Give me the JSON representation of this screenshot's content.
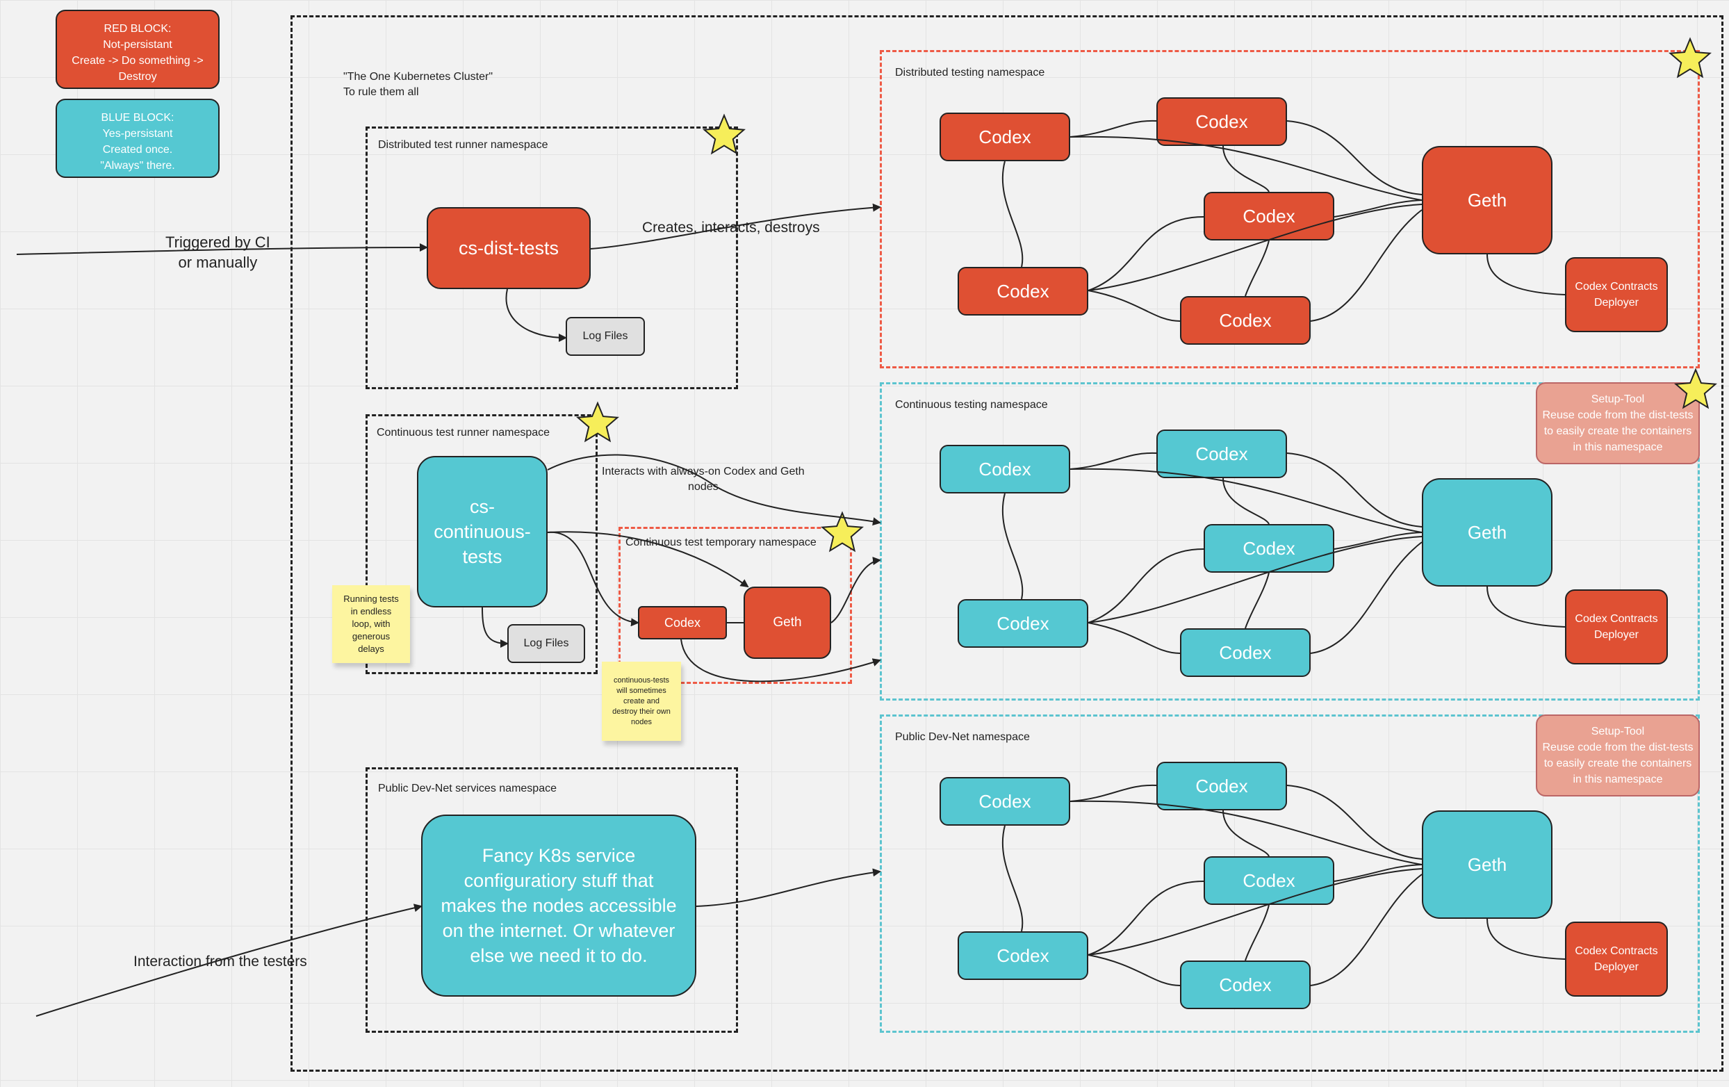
{
  "colors": {
    "red": "#df5033",
    "blue": "#55c8d2",
    "pink": "#e9a292",
    "sticky": "#fdf5a0"
  },
  "legend": {
    "red": "RED BLOCK:\nNot-persistant\nCreate -> Do something ->\nDestroy",
    "blue": "BLUE BLOCK:\nYes-persistant\nCreated once.\n\"Always\" there."
  },
  "cluster_title": "\"The One Kubernetes Cluster\"\nTo rule them all",
  "triggered_label": "Triggered by CI\nor manually",
  "testers_label": "Interaction from the testers",
  "dist_runner": {
    "title": "Distributed test runner namespace",
    "main": "cs-dist-tests",
    "log": "Log Files",
    "edge_label": "Creates, interacts, destroys"
  },
  "cont_runner": {
    "title": "Continuous test runner namespace",
    "main": "cs-\ncontinuous-\ntests",
    "log": "Log Files",
    "edge_label": "Interacts with always-on Codex and Geth\nnodes",
    "sticky": "Running tests\nin endless\nloop, with\ngenerous\ndelays"
  },
  "temp_ns": {
    "title": "Continuous test temporary namespace",
    "codex": "Codex",
    "geth": "Geth",
    "sticky": "continuous-tests\nwill sometimes\ncreate and\ndestroy their own\nnodes"
  },
  "devnet_services": {
    "title": "Public Dev-Net services namespace",
    "main": "Fancy K8s service\nconfiguratiory stuff that\nmakes the nodes accessible\non the internet. Or whatever\nelse we need it to do."
  },
  "clusters": [
    {
      "title": "Distributed testing namespace",
      "color": "red",
      "codex": "Codex",
      "geth": "Geth",
      "deployer": "Codex Contracts\nDeployer",
      "setup": ""
    },
    {
      "title": "Continuous testing namespace",
      "color": "blue",
      "codex": "Codex",
      "geth": "Geth",
      "deployer": "Codex Contracts\nDeployer",
      "setup": "Setup-Tool\nReuse code from the dist-tests\nto easily create the containers\nin this namespace"
    },
    {
      "title": "Public Dev-Net namespace",
      "color": "blue",
      "codex": "Codex",
      "geth": "Geth",
      "deployer": "Codex Contracts\nDeployer",
      "setup": "Setup-Tool\nReuse code from the dist-tests\nto easily create the containers\nin this namespace"
    }
  ]
}
